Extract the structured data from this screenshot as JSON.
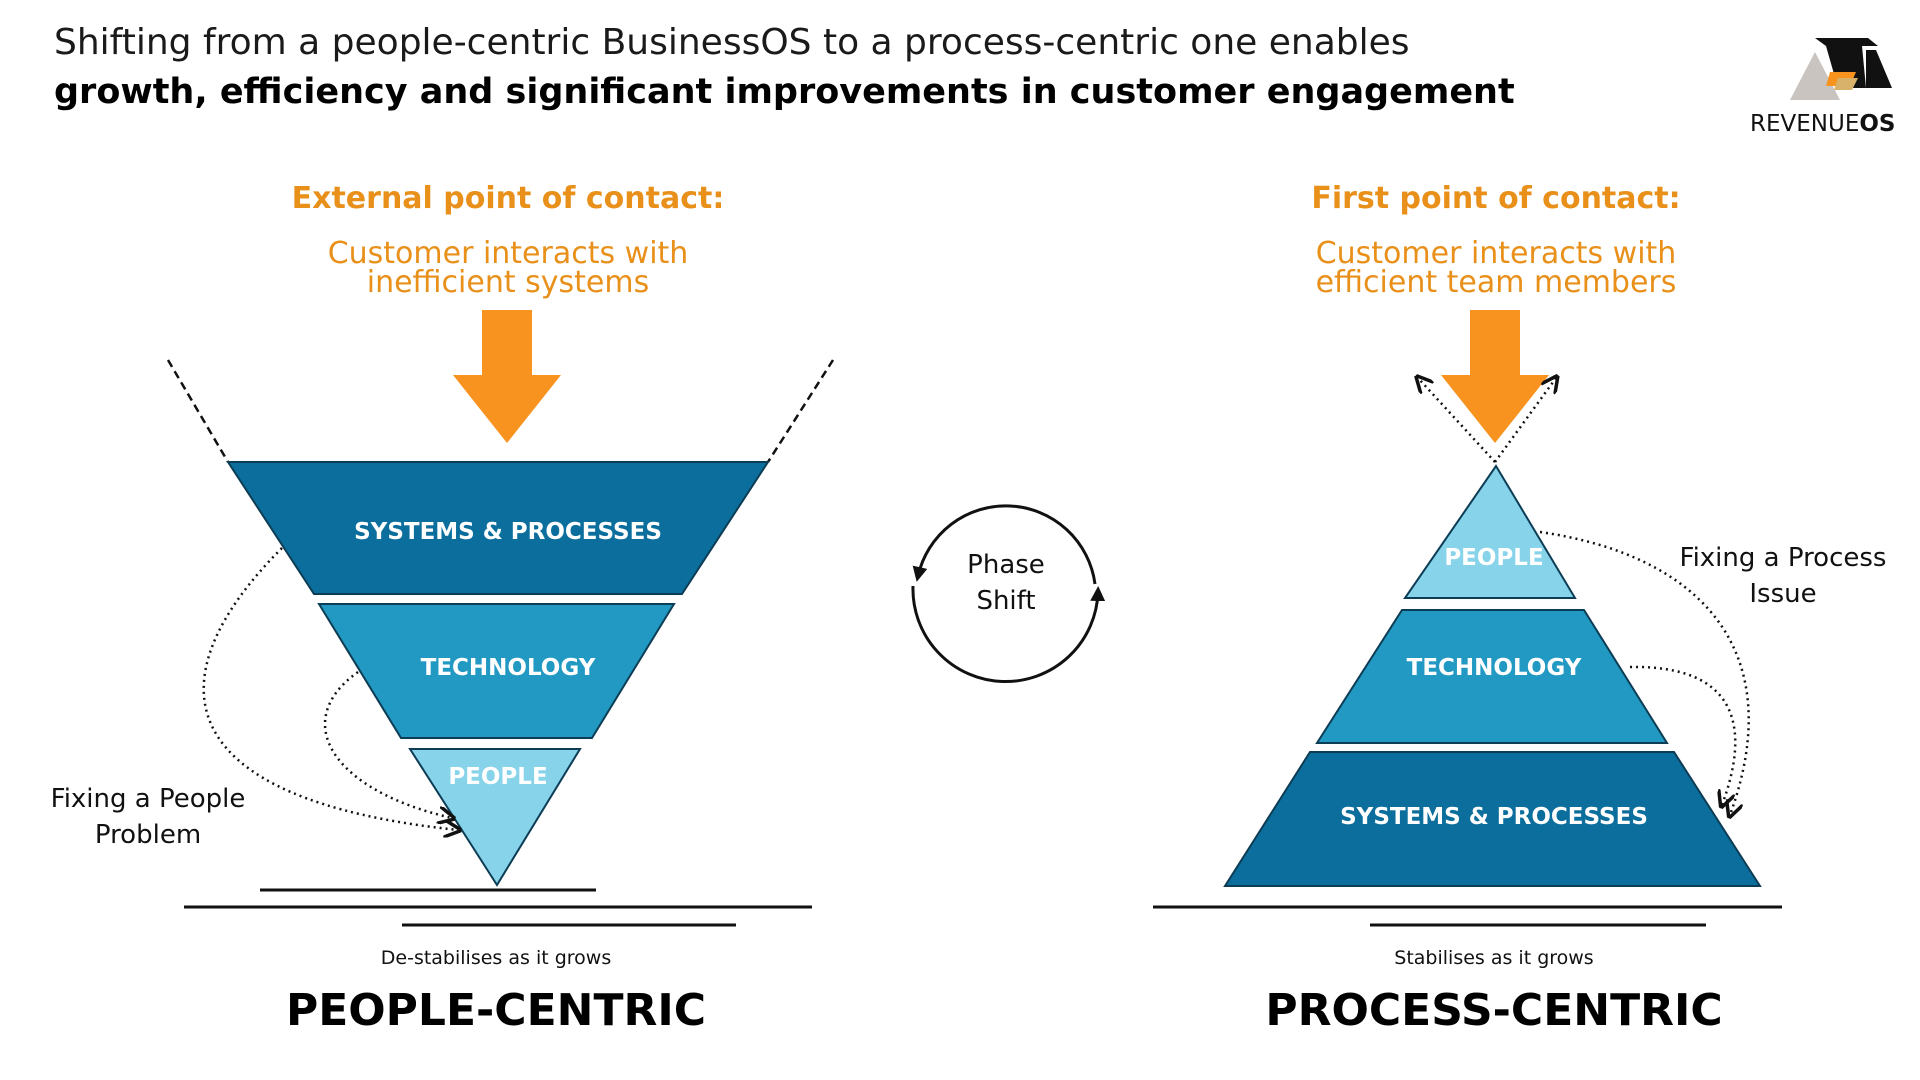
{
  "header": {
    "line1": "Shifting from a people-centric BusinessOS to a process-centric one enables",
    "line2": "growth, efficiency and significant improvements in customer engagement"
  },
  "logo": {
    "name_regular": "REVENUE",
    "name_bold": "OS",
    "icon": "revenueos-logo-icon"
  },
  "colors": {
    "orange": "#F7931E",
    "orange_text": "#E8901A",
    "dark_blue": "#0B6E9C",
    "mid_blue": "#2299C3",
    "light_blue": "#86D3EA",
    "line": "#111111"
  },
  "left": {
    "contact_title": "External point of contact:",
    "contact_line1": "Customer interacts with",
    "contact_line2": "inefficient systems",
    "layers": [
      "SYSTEMS & PROCESSES",
      "TECHNOLOGY",
      "PEOPLE"
    ],
    "annotation_line1": "Fixing a People",
    "annotation_line2": "Problem",
    "caption": "De-stabilises as it grows",
    "title": "PEOPLE-CENTRIC"
  },
  "center": {
    "line1": "Phase",
    "line2": "Shift"
  },
  "right": {
    "contact_title": "First point of contact:",
    "contact_line1": "Customer interacts with",
    "contact_line2": "efficient team members",
    "layers": [
      "PEOPLE",
      "TECHNOLOGY",
      "SYSTEMS & PROCESSES"
    ],
    "annotation_line1": "Fixing a Process",
    "annotation_line2": "Issue",
    "caption": "Stabilises as it grows",
    "title": "PROCESS-CENTRIC"
  }
}
